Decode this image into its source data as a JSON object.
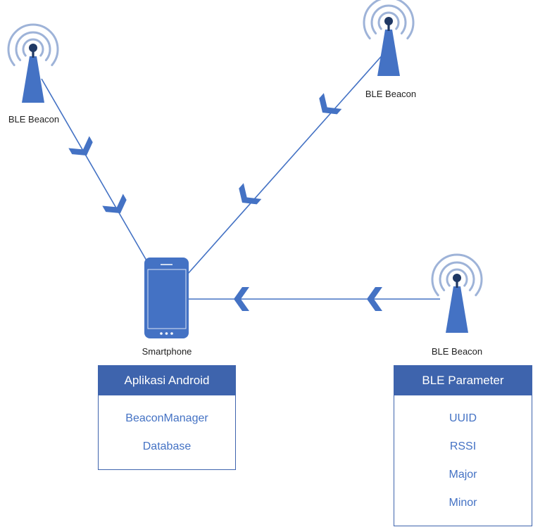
{
  "colors": {
    "primary": "#4472c4",
    "dark": "#1f3864",
    "signal": "#9eb3d8",
    "header": "#3e64ad",
    "item_text": "#4472c4"
  },
  "nodes": {
    "beacon_top_left": {
      "label": "BLE Beacon",
      "icon": "broadcast-tower-icon"
    },
    "beacon_top_right": {
      "label": "BLE Beacon",
      "icon": "broadcast-tower-icon"
    },
    "beacon_right": {
      "label": "BLE Beacon",
      "icon": "broadcast-tower-icon"
    },
    "smartphone": {
      "label": "Smartphone",
      "icon": "smartphone-icon"
    }
  },
  "android_app": {
    "title": "Aplikasi Android",
    "items": [
      "BeaconManager",
      "Database"
    ]
  },
  "ble_parameter": {
    "title": "BLE Parameter",
    "items": [
      "UUID",
      "RSSI",
      "Major",
      "Minor"
    ]
  },
  "connections": [
    {
      "from": "beacon_top_left",
      "to": "smartphone",
      "arrow_count": 2
    },
    {
      "from": "beacon_top_right",
      "to": "smartphone",
      "arrow_count": 2
    },
    {
      "from": "beacon_right",
      "to": "smartphone",
      "arrow_count": 2
    }
  ]
}
